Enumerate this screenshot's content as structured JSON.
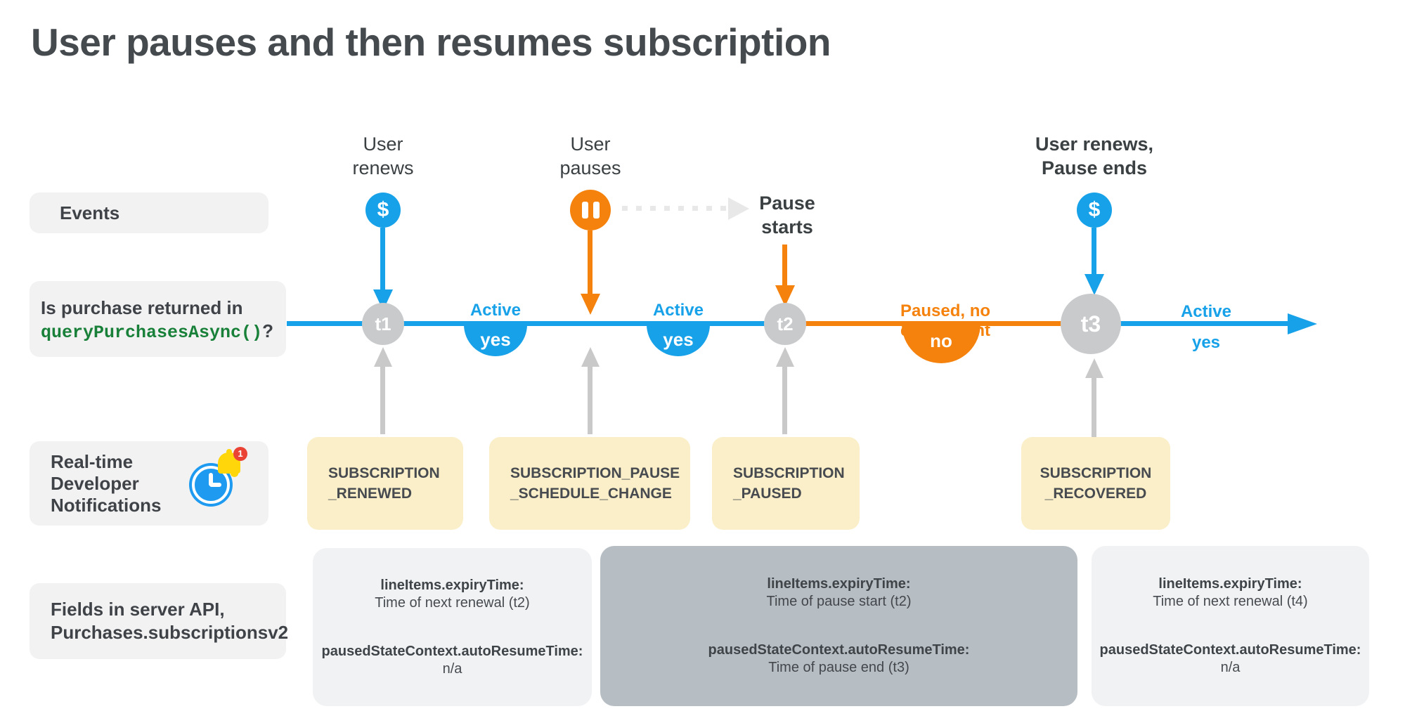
{
  "title": "User pauses and then resumes subscription",
  "labels": {
    "events": "Events",
    "purchase_q_line1": "Is purchase returned in",
    "purchase_q_code": "queryPurchasesAsync()",
    "purchase_q_suffix": "?",
    "rtdn": "Real-time\nDeveloper\nNotifications",
    "rtdn_badge": "1",
    "fields_api": "Fields in server API,\nPurchases.subscriptionsv2"
  },
  "events": {
    "renew1": {
      "label": "User\nrenews",
      "icon": "$"
    },
    "pause": {
      "label": "User\npauses"
    },
    "pause_starts": {
      "label": "Pause\nstarts"
    },
    "renew2": {
      "label": "User renews,\nPause ends",
      "icon": "$"
    }
  },
  "timeline": {
    "points": [
      {
        "id": "t1"
      },
      {
        "id": "t2"
      },
      {
        "id": "t3"
      }
    ],
    "segments": [
      {
        "status": "Active",
        "answer": "yes"
      },
      {
        "status": "Active",
        "answer": "yes"
      },
      {
        "status": "Paused, no entitlement",
        "answer": "no"
      },
      {
        "status": "Active",
        "answer": "yes"
      }
    ]
  },
  "notifications": [
    {
      "name": "SUBSCRIPTION\n_RENEWED"
    },
    {
      "name": "SUBSCRIPTION_PAUSE\n_SCHEDULE_CHANGE"
    },
    {
      "name": "SUBSCRIPTION\n_PAUSED"
    },
    {
      "name": "SUBSCRIPTION\n_RECOVERED"
    }
  ],
  "api_boxes": [
    {
      "fields": [
        {
          "name": "lineItems.expiryTime:",
          "value": "Time of next renewal (t2)"
        },
        {
          "name": "pausedStateContext.autoResumeTime:",
          "value": "n/a"
        }
      ]
    },
    {
      "fields": [
        {
          "name": "lineItems.expiryTime:",
          "value": "Time of pause start (t2)"
        },
        {
          "name": "pausedStateContext.autoResumeTime:",
          "value": "Time of pause end (t3)"
        }
      ]
    },
    {
      "fields": [
        {
          "name": "lineItems.expiryTime:",
          "value": "Time of next renewal (t4)"
        },
        {
          "name": "pausedStateContext.autoResumeTime:",
          "value": "n/a"
        }
      ]
    }
  ],
  "colors": {
    "blue": "#16a1e9",
    "orange": "#f5820d",
    "gray_node": "#c8cacc",
    "yellow_box": "#faefc8",
    "light_box": "#f1f2f3",
    "highlight_box": "#b6bdc3",
    "green_code": "#188038",
    "badge_red": "#ea4335"
  }
}
